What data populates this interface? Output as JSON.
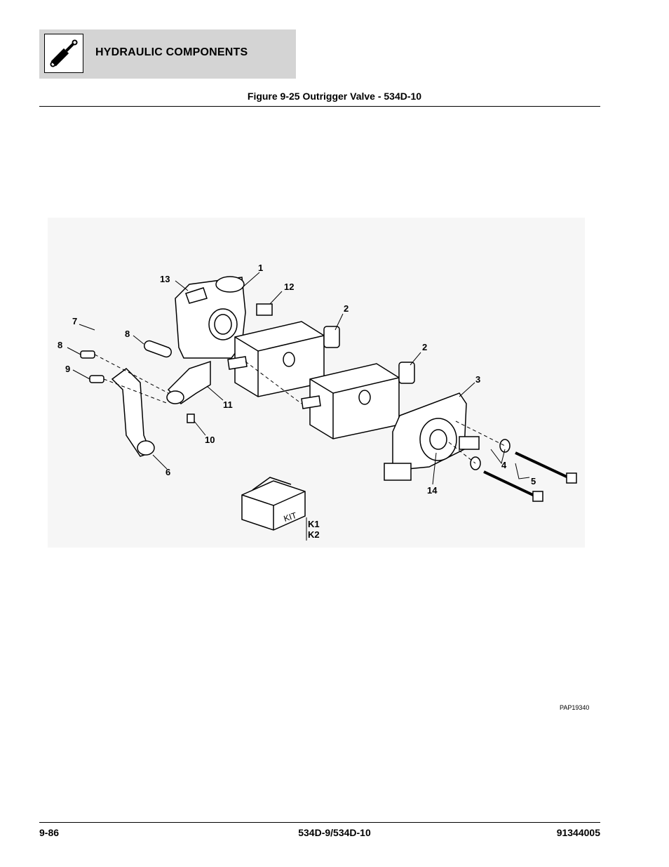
{
  "header": {
    "section_title": "HYDRAULIC COMPONENTS",
    "icon": "hydraulic-cylinder-icon"
  },
  "figure": {
    "title": "Figure 9-25 Outrigger Valve - 534D-10",
    "callouts": {
      "c1": "1",
      "c2a": "2",
      "c2b": "2",
      "c3": "3",
      "c4": "4",
      "c5": "5",
      "c6": "6",
      "c7": "7",
      "c8a": "8",
      "c8b": "8",
      "c9": "9",
      "c10": "10",
      "c11": "11",
      "c12": "12",
      "c13": "13",
      "c14": "14",
      "k1": "K1",
      "k2": "K2"
    },
    "kit_label": "KIT",
    "reference_code": "PAP19340"
  },
  "footer": {
    "page_number": "9-86",
    "model": "534D-9/534D-10",
    "part_number": "91344005"
  }
}
